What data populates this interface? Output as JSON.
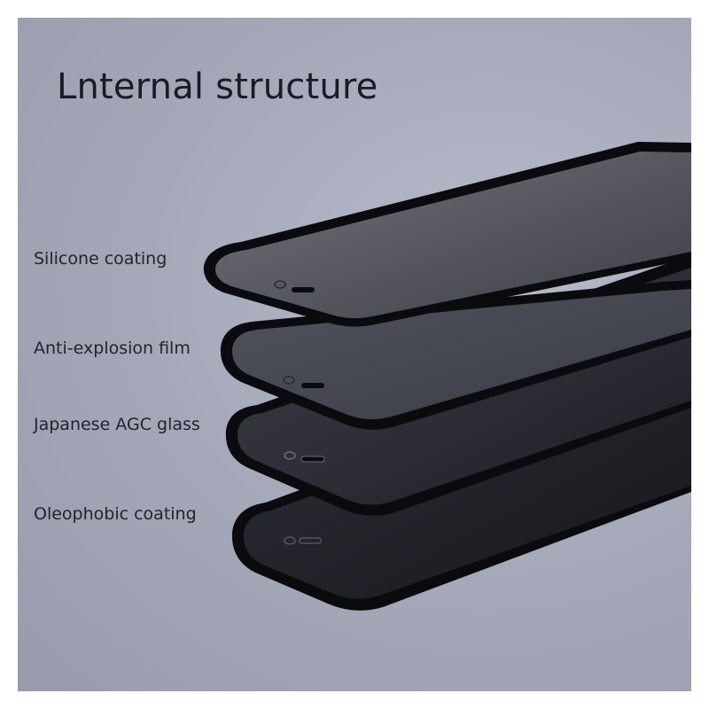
{
  "title": "Lnternal structure",
  "layers": [
    {
      "label": "Silicone coating"
    },
    {
      "label": "Anti-explosion film"
    },
    {
      "label": "Japanese AGC glass"
    },
    {
      "label": "Oleophobic coating"
    }
  ],
  "colors": {
    "background": "#a3a7b8",
    "frame": "#0b0b0e",
    "text": "#1b1c22"
  }
}
